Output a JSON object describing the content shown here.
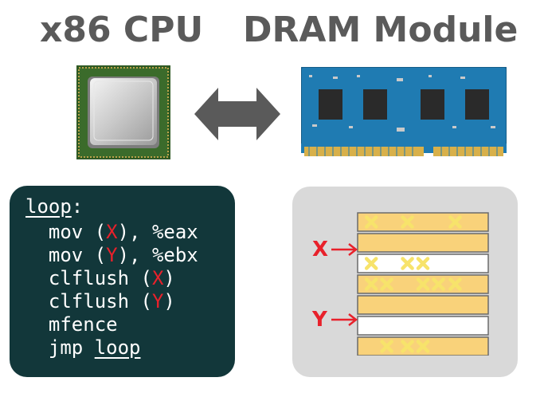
{
  "titles": {
    "cpu": "x86 CPU",
    "dram": "DRAM Module"
  },
  "code": {
    "loop_label": "loop",
    "colon": ":",
    "lines": [
      {
        "pre": "  mov (",
        "reg": "X",
        "post": "), %eax"
      },
      {
        "pre": "  mov (",
        "reg": "Y",
        "post": "), %ebx"
      },
      {
        "pre": "  clflush (",
        "reg": "X",
        "post": ")"
      },
      {
        "pre": "  clflush (",
        "reg": "Y",
        "post": ")"
      }
    ],
    "mfence": "  mfence",
    "jmp": "  jmp ",
    "jmp_target": "loop"
  },
  "memory": {
    "x_label": "X",
    "y_label": "Y",
    "row_states": [
      "flipped",
      "flipped",
      "aggressor",
      "flipped",
      "flipped",
      "aggressor",
      "flipped"
    ],
    "row_flips": [
      [
        0.1,
        0.38,
        0.75
      ],
      [],
      [
        0.1,
        0.38,
        0.5
      ],
      [
        0.1,
        0.22,
        0.5,
        0.62,
        0.75
      ],
      [],
      [],
      [
        0.22,
        0.38,
        0.5
      ]
    ]
  },
  "colors": {
    "accent": "#e8212b",
    "code_bg": "#12373a",
    "row_fill": "#f9d27a",
    "flip_mark": "#f7e36b"
  }
}
